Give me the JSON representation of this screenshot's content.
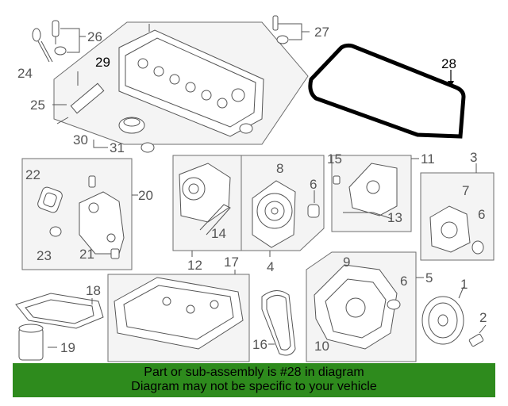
{
  "labels": {
    "p1": "1",
    "p2": "2",
    "p3": "3",
    "p4": "4",
    "p5": "5",
    "p6a": "6",
    "p6b": "6",
    "p6c": "6",
    "p7": "7",
    "p8": "8",
    "p9": "9",
    "p10": "10",
    "p11": "11",
    "p12": "12",
    "p13": "13",
    "p14": "14",
    "p15": "15",
    "p16": "16",
    "p17": "17",
    "p18": "18",
    "p19": "19",
    "p20": "20",
    "p21": "21",
    "p22": "22",
    "p23": "23",
    "p24": "24",
    "p25": "25",
    "p26": "26",
    "p27": "27",
    "p28": "28",
    "p29": "29",
    "p30": "30",
    "p31": "31"
  },
  "highlight_color": "#000000",
  "banner": {
    "line1": "Part or sub-assembly is #28 in diagram",
    "line2": "Diagram may not be specific to your vehicle",
    "background": "#2e8b1d"
  }
}
